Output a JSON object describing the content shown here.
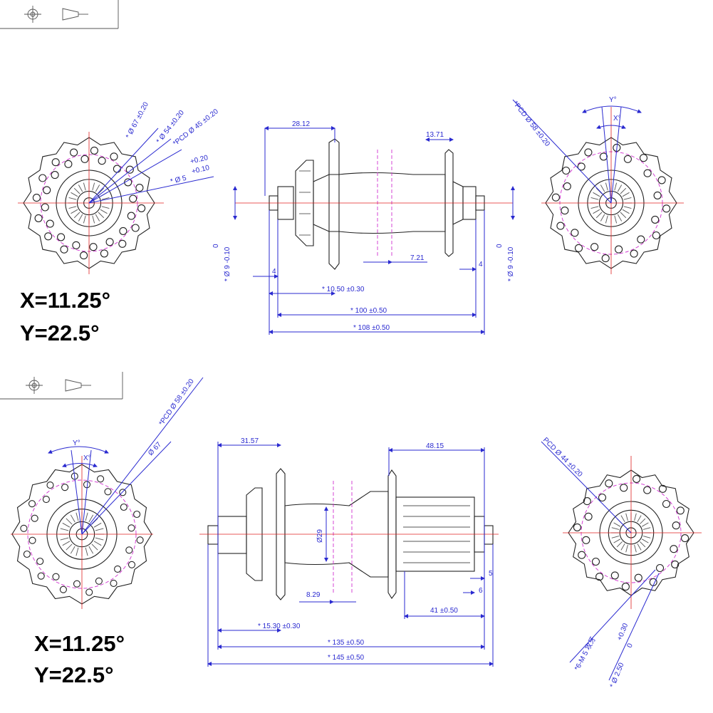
{
  "labels": {
    "x_angle": "X=11.25°",
    "y_angle": "Y=22.5°",
    "y_mark": "Y°",
    "x_mark": "X°"
  },
  "front": {
    "left_view": [
      "* Ø 67 ±0.20",
      "* Ø 54 ±0.20",
      "*PCD Ø 45 ±0.20",
      "* Ø 5"
    ],
    "left_tol": [
      "+0.20",
      "+0.10"
    ],
    "right_view": [
      "*PCD Ø 58 ±0.20"
    ],
    "side_dims": {
      "d1": "28.12",
      "d2": "13.71",
      "d3": "7.21",
      "d4": "4",
      "d5": "* 10.50 ±0.30",
      "d6": "* 100 ±0.50",
      "d7": "* 108 ±0.50",
      "axle_left": "* Ø 9 -0.10",
      "axle_left_tol": "0",
      "axle_right": "* Ø 9 -0.10",
      "axle_right_tol": "0",
      "d8": "4"
    }
  },
  "rear": {
    "left_view": [
      "*PCD Ø 58 ±0.20",
      "Ø 67"
    ],
    "right_view": [
      "PCD Ø 44 ±0.20",
      "*6-M 5 攻牙",
      "* Ø 2.50"
    ],
    "right_tol": [
      "+0.30",
      "0"
    ],
    "side_dims": {
      "d1": "31.57",
      "d2": "48.15",
      "d3": "Ø29",
      "d4": "5",
      "d5": "6",
      "d6": "8.29",
      "d7": "41 ±0.50",
      "d8": "* 15.30 ±0.30",
      "d9": "* 135 ±0.50",
      "d10": "* 145 ±0.50"
    }
  }
}
